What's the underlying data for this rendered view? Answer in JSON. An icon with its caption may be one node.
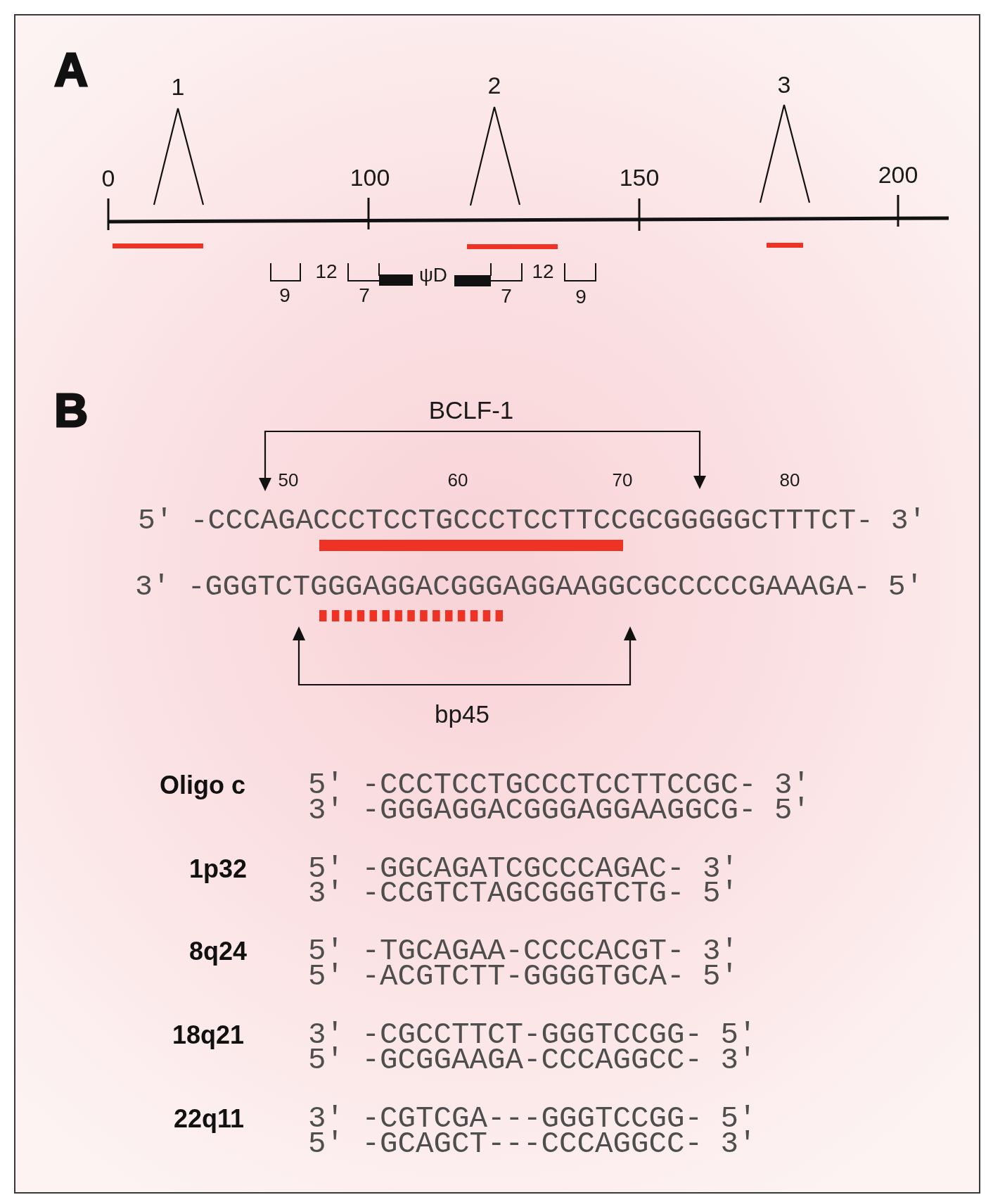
{
  "diagram": {
    "labels": [
      "A",
      "1",
      "2",
      "3",
      "0",
      "100",
      "150",
      "200",
      "12",
      "ψD",
      "12",
      "9",
      "7",
      "7",
      "9",
      "B",
      "BCLF-1",
      "50",
      "60",
      "70",
      "80",
      "5' -CCCAGACCCTCCTGCCCTCCTTCCGCGGGGGCTTTCT- 3'",
      "3' -GGGTCTGGGAGGACGGGAGGAAGGCGCCCCCGAAAGA- 5'",
      "bp45",
      "Oligo c",
      "5' -CCCTCCTGCCCTCCTTCCGC- 3'",
      "3' -GGGAGGACGGGAGGAAGGCG- 5'",
      "1p32",
      "5' -GGCAGATCGCCCAGAC- 3'",
      "3' -CCGTCTAGCGGGTCTG- 5'",
      "8q24",
      "5' -TGCAGAA-CCCCACGT- 3'",
      "5' -ACGTCTT-GGGGTGCA- 5'",
      "18q21",
      "3' -CGCCTTCT-GGGTCCGG- 5'",
      "5' -GCGGAAGA-CCCAGGCC- 3'",
      "22q11",
      "3' -CGTCGA---GGGTCCGG- 5'",
      "5' -GCAGCT---CCCAGGCC- 3'"
    ]
  }
}
